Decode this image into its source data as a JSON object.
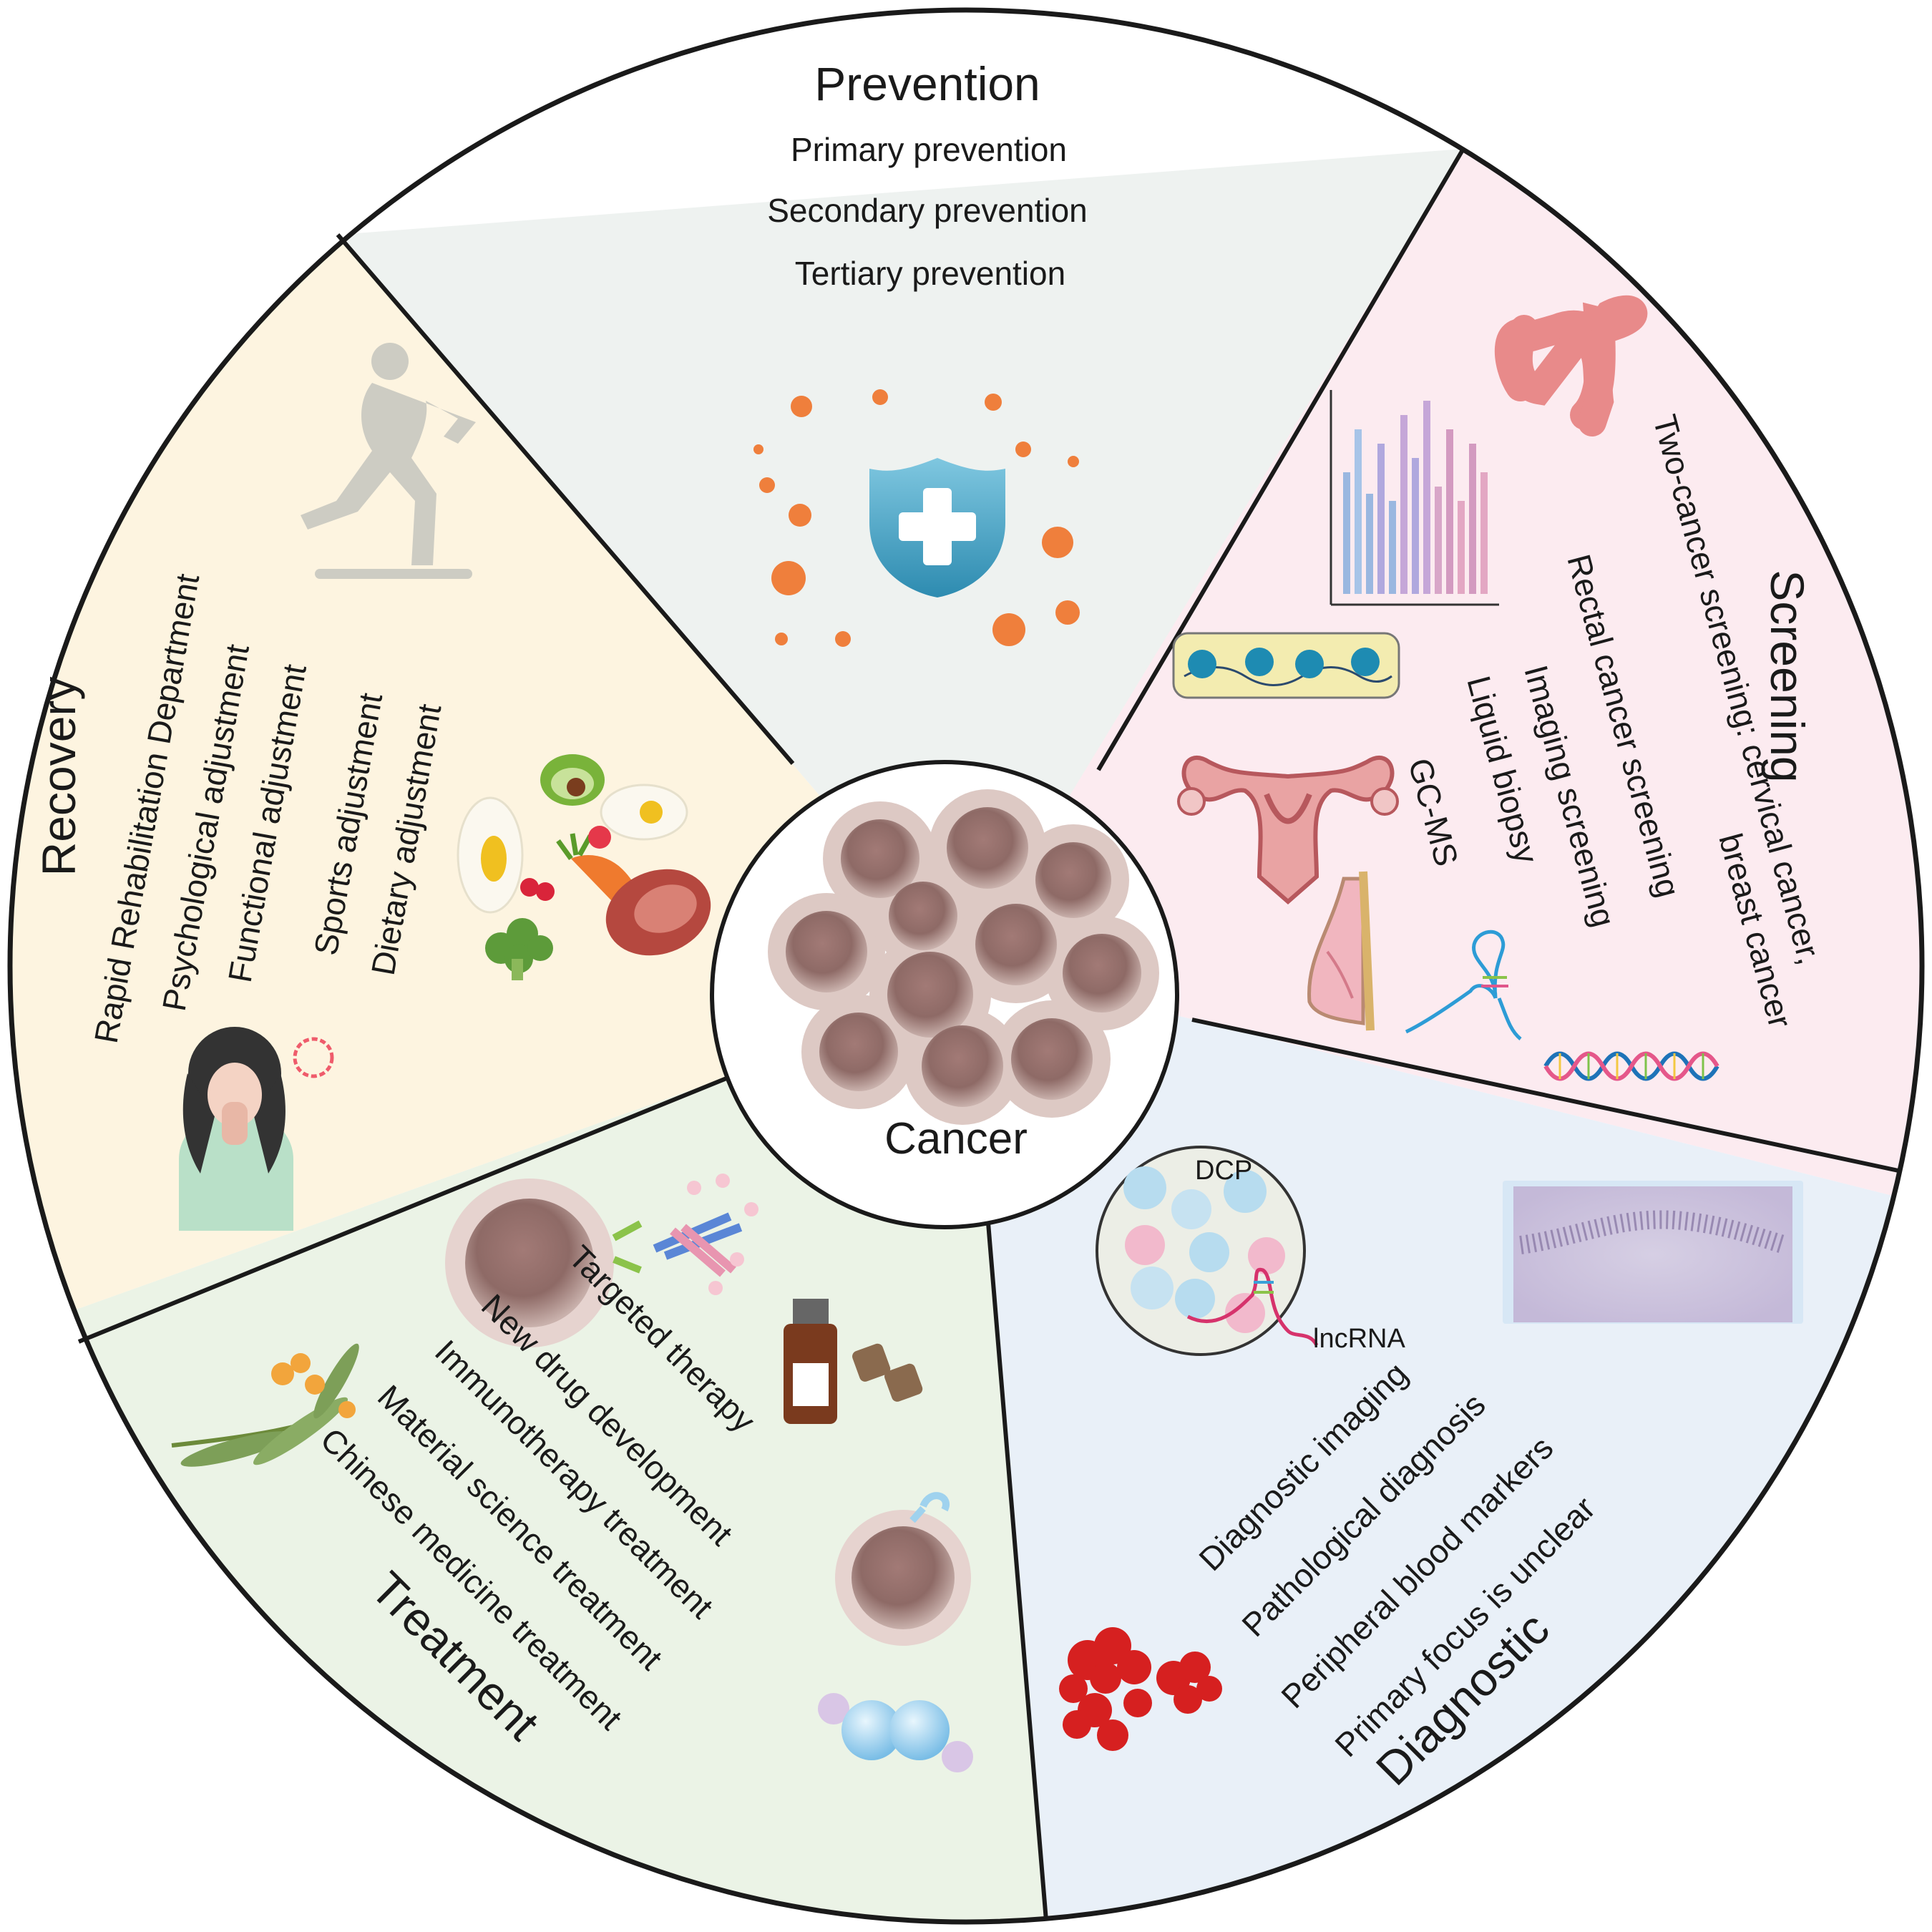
{
  "center": {
    "label": "Cancer"
  },
  "colors": {
    "prevention": "#eef2f0",
    "screening": "#fcebf0",
    "diagnostic": "#e9f0f8",
    "treatment": "#ebf3e6",
    "recovery": "#fdf4e0",
    "divider": "#1a1a1a"
  },
  "sections": {
    "prevention": {
      "title": "Prevention",
      "items": [
        "Primary prevention",
        "Secondary prevention",
        "Tertiary prevention"
      ],
      "icons": [
        "shield-icon",
        "virus-icon"
      ]
    },
    "screening": {
      "title": "Screening",
      "items": [
        "Two-cancer screening: cervical cancer,",
        "breast cancer",
        "Rectal cancer screening",
        "Imaging screening",
        "Liquid biopsy",
        "GC-MS"
      ],
      "icons": [
        "colon-icon",
        "bar-chart-icon",
        "nucleosome-icon",
        "uterus-icon",
        "breast-icon",
        "rna-hairpin-icon",
        "dna-icon"
      ]
    },
    "diagnostic": {
      "title": "Diagnostic",
      "items": [
        "Diagnostic imaging",
        "Pathological diagnosis",
        "Peripheral blood markers",
        "Primary focus is unclear"
      ],
      "labels": [
        "DCP",
        "lncRNA"
      ],
      "icons": [
        "cell-circle-icon",
        "histology-slide-icon",
        "red-cluster-icon"
      ]
    },
    "treatment": {
      "title": "Treatment",
      "items": [
        "Targeted therapy",
        "New drug development",
        "Immunotherapy treatment",
        "Material science treatment",
        "Chinese medicine treatment"
      ],
      "icons": [
        "antibody-cell-icon",
        "medicine-bottle-icon",
        "herb-icon",
        "molecule-icon"
      ]
    },
    "recovery": {
      "title": "Recovery",
      "items": [
        "Rapid Rehabilitation Department",
        "Psychological adjustment",
        "Functional adjustment",
        "Sports adjustment",
        "Dietary adjustment"
      ],
      "icons": [
        "runner-icon",
        "food-icon",
        "worried-person-icon"
      ]
    }
  }
}
